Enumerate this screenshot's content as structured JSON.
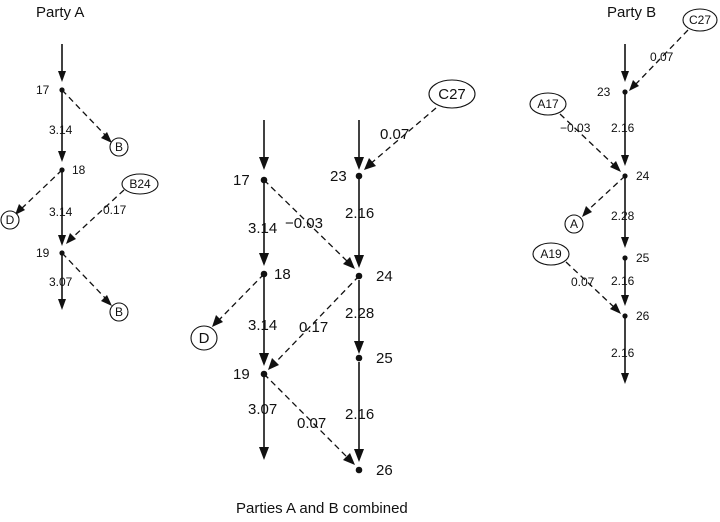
{
  "titles": {
    "party_a": "Party A",
    "party_b": "Party B",
    "combined": "Parties A and B combined"
  },
  "party_a": {
    "nodes": [
      "17",
      "18",
      "19"
    ],
    "weights": [
      "3.14",
      "3.14",
      "3.07",
      "0.17"
    ],
    "ovals": [
      "B",
      "D",
      "B24",
      "B"
    ]
  },
  "combined": {
    "nodes": [
      "17",
      "18",
      "19",
      "23",
      "24",
      "25",
      "26"
    ],
    "weights": [
      "3.14",
      "3.14",
      "3.07",
      "-0.03",
      "0.17",
      "0.07",
      "0.07",
      "2.16",
      "2.28",
      "2.16"
    ],
    "ovals": [
      "C27",
      "D"
    ]
  },
  "party_b": {
    "nodes": [
      "23",
      "24",
      "25",
      "26"
    ],
    "weights": [
      "0.07",
      "2.16",
      "-0.03",
      "2.28",
      "2.16",
      "0.07",
      "2.16"
    ],
    "ovals": [
      "C27",
      "A17",
      "A",
      "A19"
    ]
  }
}
